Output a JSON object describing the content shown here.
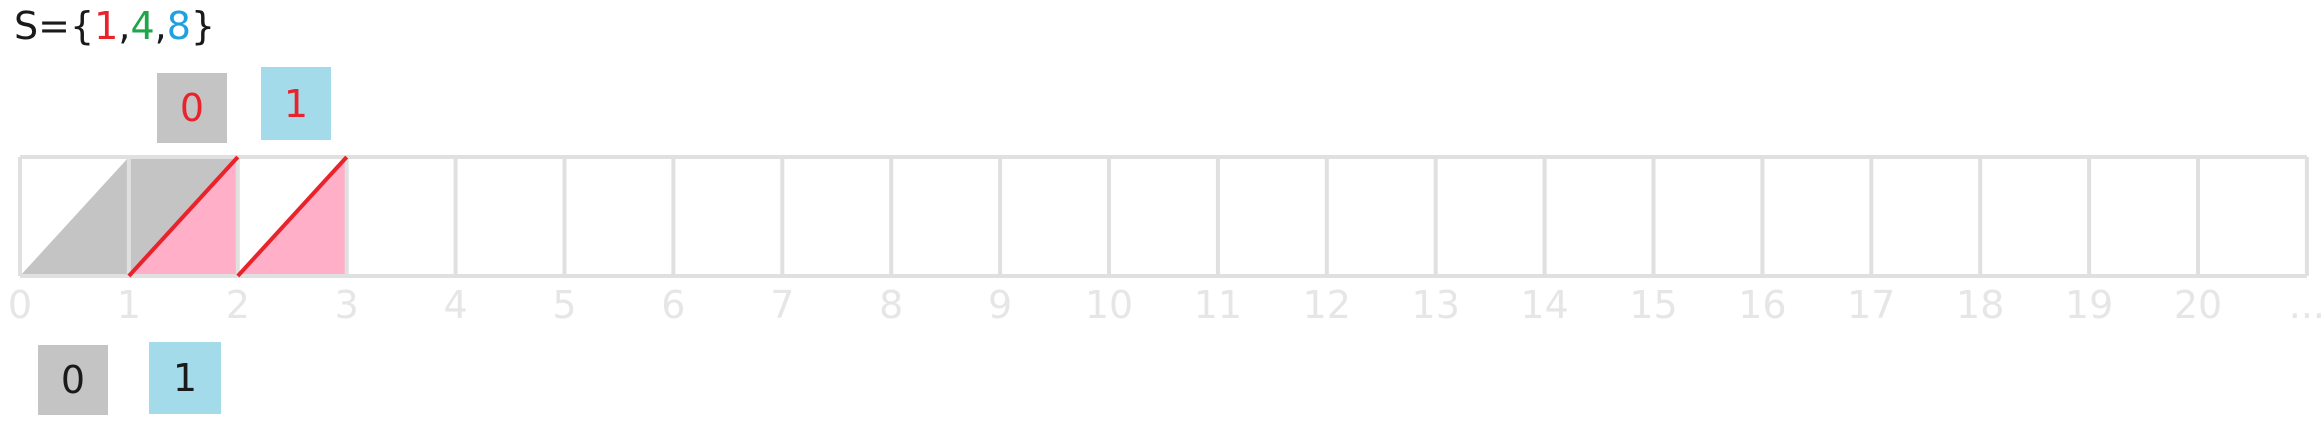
{
  "set_label": {
    "prefix": "S=",
    "open_brace": "{",
    "close_brace": "}",
    "comma": ",",
    "elements": [
      {
        "value": "1",
        "color": "#e8232b"
      },
      {
        "value": "4",
        "color": "#1fa64a"
      },
      {
        "value": "8",
        "color": "#1da1e0"
      }
    ]
  },
  "top_boxes": [
    {
      "label": "0",
      "fill": "#c4c4c4",
      "text_color": "#e8232b"
    },
    {
      "label": "1",
      "fill": "#a3dbea",
      "text_color": "#e8232b"
    }
  ],
  "bottom_boxes": [
    {
      "label": "0",
      "fill": "#c4c4c4",
      "text_color": "#1a1a1a"
    },
    {
      "label": "1",
      "fill": "#a3dbea",
      "text_color": "#1a1a1a"
    }
  ],
  "number_line": {
    "ticks": [
      "0",
      "1",
      "2",
      "3",
      "4",
      "5",
      "6",
      "7",
      "8",
      "9",
      "10",
      "11",
      "12",
      "13",
      "14",
      "15",
      "16",
      "17",
      "18",
      "19",
      "20",
      "..."
    ],
    "gray_cells": [
      1
    ],
    "gray_triangle_cells": [
      0
    ],
    "pink_parallelograms": [
      1,
      2
    ],
    "colors": {
      "grid": "#e0e0e0",
      "gray_fill": "#c4c4c4",
      "pink_fill": "#ffb0c8",
      "red_line": "#e8232b",
      "tick_text": "#e6e6e6"
    }
  }
}
